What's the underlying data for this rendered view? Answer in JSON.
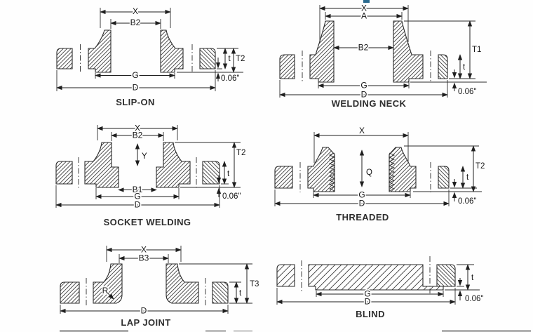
{
  "page": {
    "background": "#fefefe",
    "line_color": "#2b2b2b",
    "artifact_color": "#2b6b8f"
  },
  "diagrams": {
    "slip_on": {
      "caption": "SLIP-ON",
      "dims": {
        "X": "X",
        "B2": "B2",
        "t": "t",
        "T2": "T2",
        "G": "G",
        "D": "D",
        "RF": "0.06\""
      }
    },
    "welding_neck": {
      "caption": "WELDING NECK",
      "dims": {
        "X": "X",
        "A": "A",
        "B2": "B2",
        "T1": "T1",
        "t": "t",
        "G": "G",
        "D": "D",
        "RF": "0.06\""
      }
    },
    "socket_welding": {
      "caption": "SOCKET WELDING",
      "dims": {
        "X": "X",
        "B2": "B2",
        "Y": "Y",
        "T2": "T2",
        "t": "t",
        "B1": "B1",
        "G": "G",
        "D": "D",
        "RF": "0.06\""
      }
    },
    "threaded": {
      "caption": "THREADED",
      "dims": {
        "X": "X",
        "Q": "Q",
        "T2": "T2",
        "t": "t",
        "G": "G",
        "D": "D",
        "RF": "0.06\""
      }
    },
    "lap_joint": {
      "caption": "LAP JOINT",
      "dims": {
        "X": "X",
        "B3": "B3",
        "R": "R",
        "T3": "T3",
        "t": "t",
        "D": "D"
      }
    },
    "blind": {
      "caption": "BLIND",
      "dims": {
        "t": "t",
        "G": "G",
        "D": "D",
        "RF": "0.06\""
      }
    }
  }
}
